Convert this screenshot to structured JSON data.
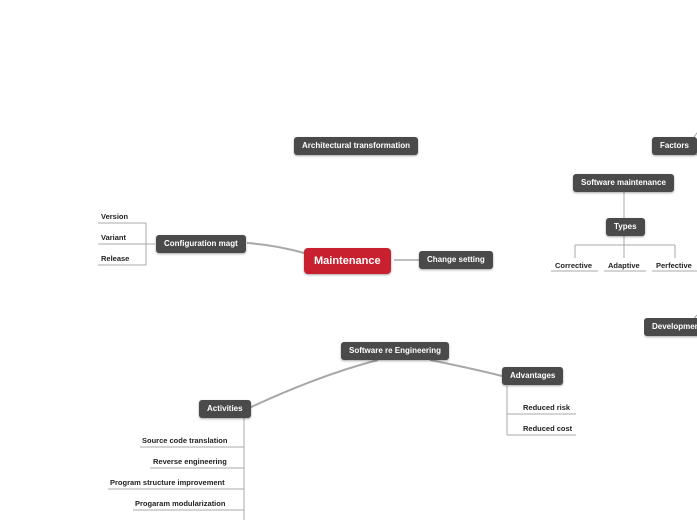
{
  "colors": {
    "central": "#c8202f",
    "topic": "#4a4a4a",
    "line": "#a8a8a8"
  },
  "central": {
    "label": "Maintenance"
  },
  "topics": {
    "architectural": "Architectural transformation",
    "factors": "Factors",
    "software_maintenance": "Software maintenance",
    "types": "Types",
    "configuration": "Configuration magt",
    "change_setting": "Change setting",
    "development": "Development",
    "reengineering": "Software re Engineering",
    "advantages": "Advantages",
    "activities": "Activities"
  },
  "leaves": {
    "configuration": [
      "Version",
      "Variant",
      "Release"
    ],
    "types": [
      "Corrective",
      "Adaptive",
      "Perfective"
    ],
    "advantages": [
      "Reduced risk",
      "Reduced cost"
    ],
    "activities": [
      "Source code translation",
      "Reverse engineering",
      "Program structure improvement",
      "Progaram modularization"
    ]
  }
}
